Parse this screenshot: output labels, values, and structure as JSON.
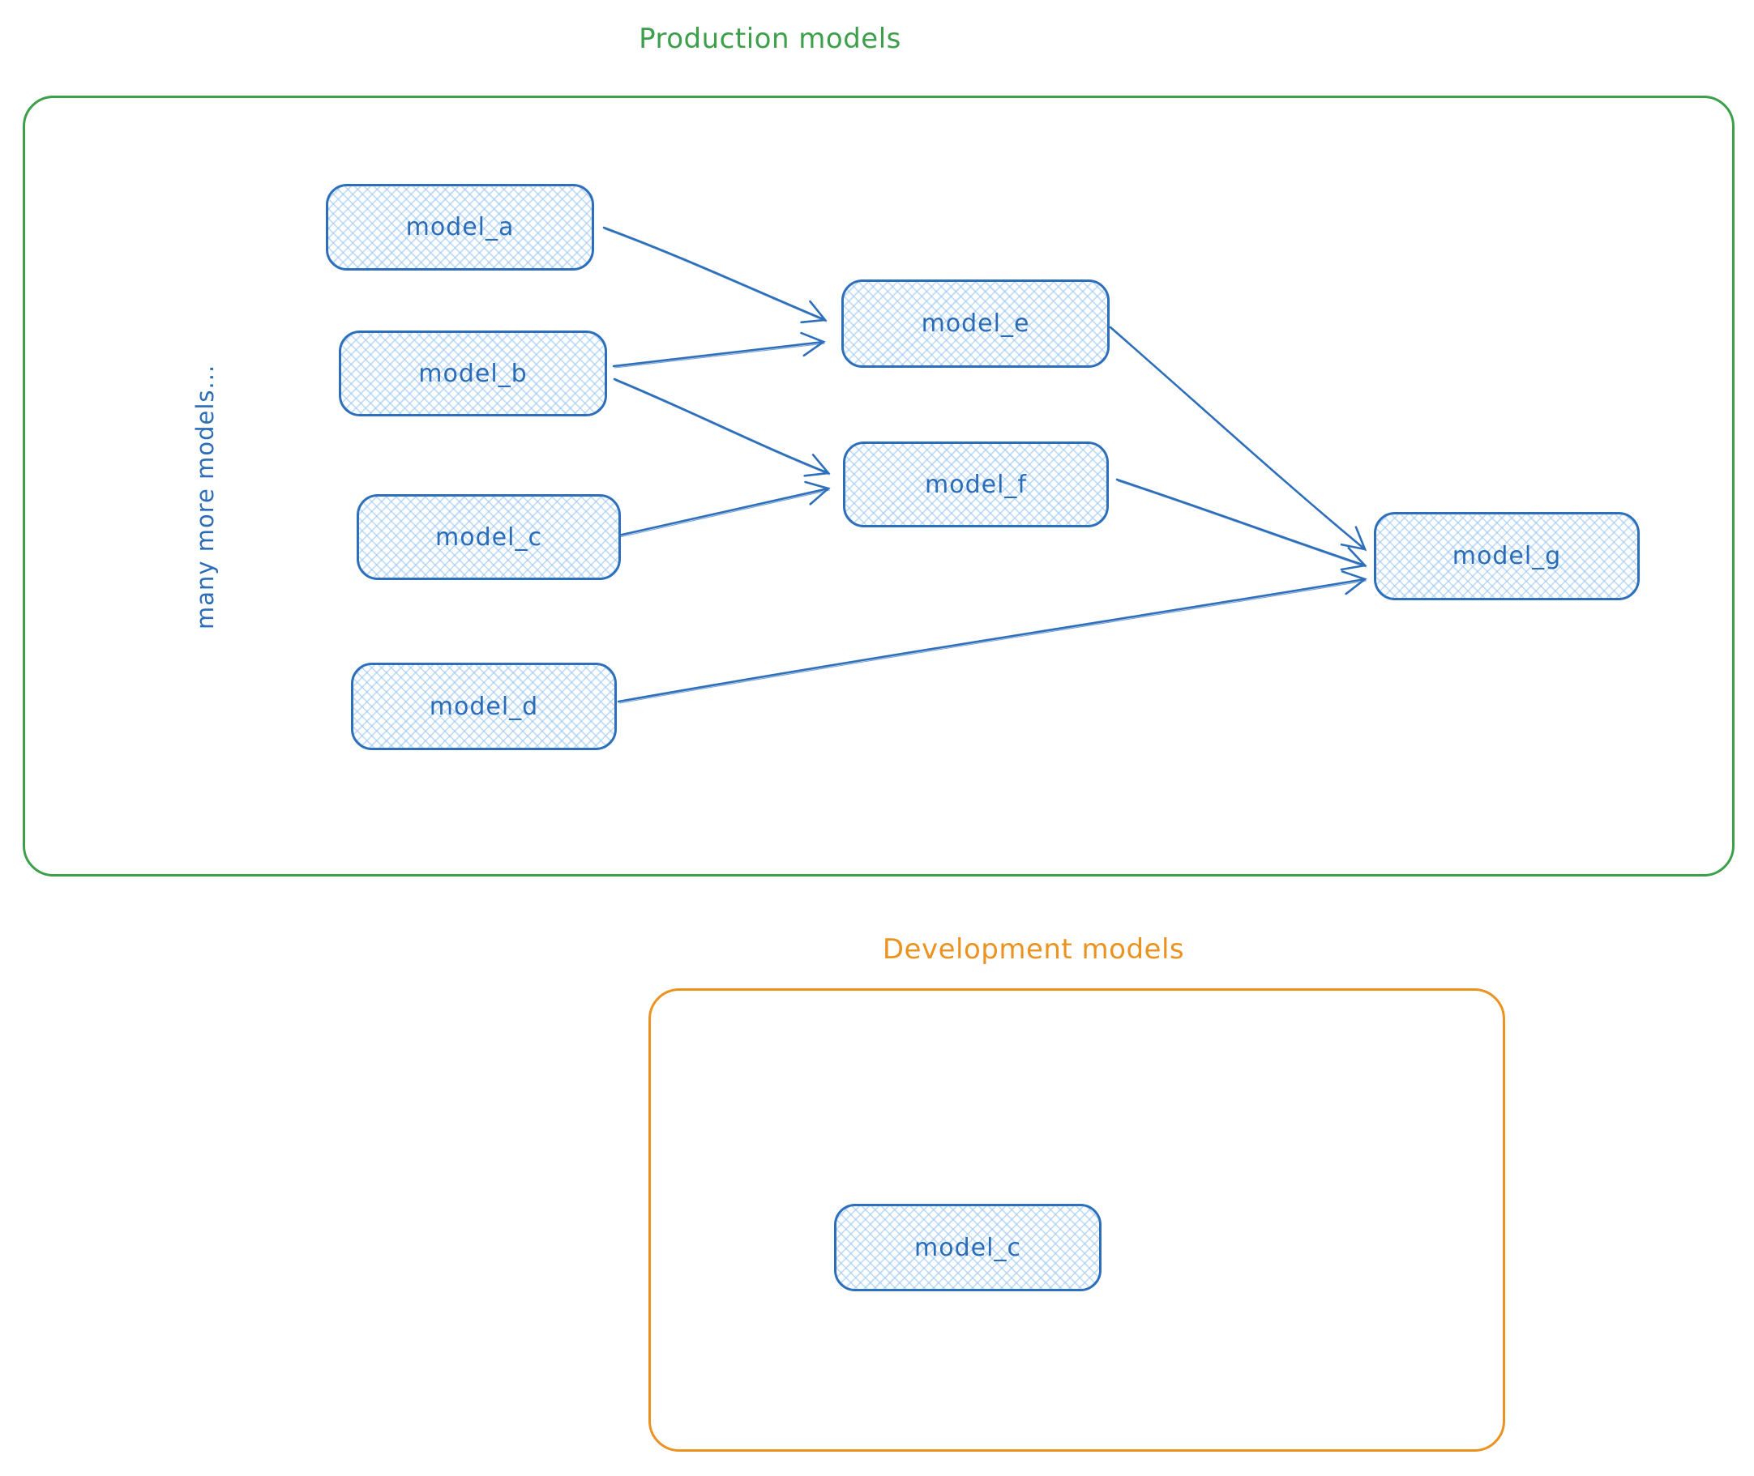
{
  "production": {
    "title": "Production models",
    "side_note": "many more models...",
    "accent_color": "#3c9f4a",
    "nodes": [
      {
        "id": "model_a",
        "label": "model_a"
      },
      {
        "id": "model_b",
        "label": "model_b"
      },
      {
        "id": "model_c",
        "label": "model_c"
      },
      {
        "id": "model_d",
        "label": "model_d"
      },
      {
        "id": "model_e",
        "label": "model_e"
      },
      {
        "id": "model_f",
        "label": "model_f"
      },
      {
        "id": "model_g",
        "label": "model_g"
      }
    ],
    "edges": [
      {
        "from": "model_a",
        "to": "model_e"
      },
      {
        "from": "model_b",
        "to": "model_e"
      },
      {
        "from": "model_b",
        "to": "model_f"
      },
      {
        "from": "model_c",
        "to": "model_f"
      },
      {
        "from": "model_e",
        "to": "model_g"
      },
      {
        "from": "model_f",
        "to": "model_g"
      },
      {
        "from": "model_d",
        "to": "model_g"
      }
    ]
  },
  "development": {
    "title": "Development models",
    "accent_color": "#ec9220",
    "nodes": [
      {
        "id": "model_c_dev",
        "label": "model_c"
      }
    ]
  },
  "colors": {
    "node_stroke": "#2d6fbb",
    "node_text": "#2b6cb9",
    "node_fill_hatch": "#b9d7f3",
    "production_frame": "#3c9f4a",
    "development_frame": "#ec9220",
    "arrow": "#2d6fbb"
  }
}
